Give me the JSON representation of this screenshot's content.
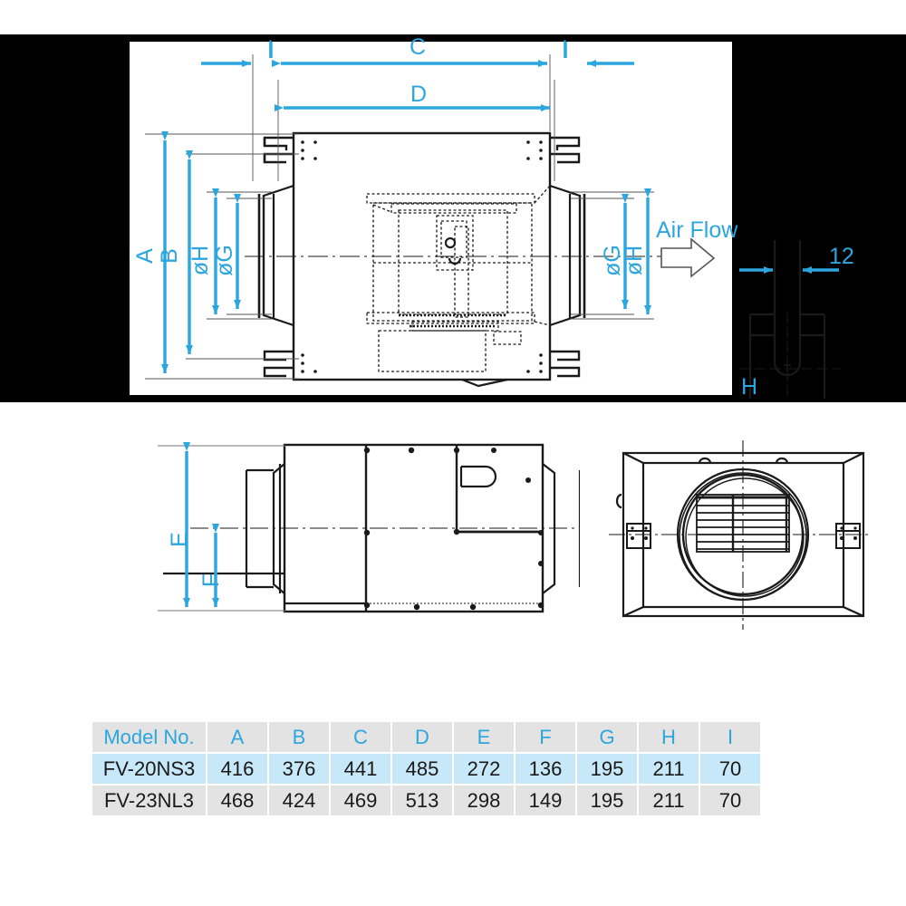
{
  "drawing": {
    "title_semantics": "ventilation fan dimensional drawing",
    "accent_color": "#2BA6DE",
    "line_color": "#1a1a1a",
    "annotations": {
      "air_flow": "Air Flow",
      "detail_12": "12",
      "detail_h": "H",
      "dim_a": "A",
      "dim_b": "B",
      "dim_c": "C",
      "dim_d": "D",
      "dim_e": "E",
      "dim_f": "F",
      "dim_i_left": "I",
      "dim_i_right": "I",
      "dim_g_left": "øG",
      "dim_h_left": "øH",
      "dim_g_right": "øG",
      "dim_h_right": "øH"
    }
  },
  "table": {
    "header_bg": "#E3E3E3",
    "highlight_bg": "#C7E8F8",
    "row_bg": "#E3E3E3",
    "columns": [
      "Model No.",
      "A",
      "B",
      "C",
      "D",
      "E",
      "F",
      "G",
      "H",
      "I"
    ],
    "rows": [
      {
        "highlighted": true,
        "model": "FV-20NS3",
        "values": [
          "416",
          "376",
          "441",
          "485",
          "272",
          "136",
          "195",
          "211",
          "70"
        ]
      },
      {
        "highlighted": false,
        "model": "FV-23NL3",
        "values": [
          "468",
          "424",
          "469",
          "513",
          "298",
          "149",
          "195",
          "211",
          "70"
        ]
      }
    ]
  },
  "chart_data": {
    "type": "table",
    "title": "Model dimension table",
    "categories": [
      "Model No.",
      "A",
      "B",
      "C",
      "D",
      "E",
      "F",
      "G",
      "H",
      "I"
    ],
    "series": [
      {
        "name": "FV-20NS3",
        "values": [
          416,
          376,
          441,
          485,
          272,
          136,
          195,
          211,
          70
        ]
      },
      {
        "name": "FV-23NL3",
        "values": [
          468,
          424,
          469,
          513,
          298,
          149,
          195,
          211,
          70
        ]
      }
    ]
  }
}
